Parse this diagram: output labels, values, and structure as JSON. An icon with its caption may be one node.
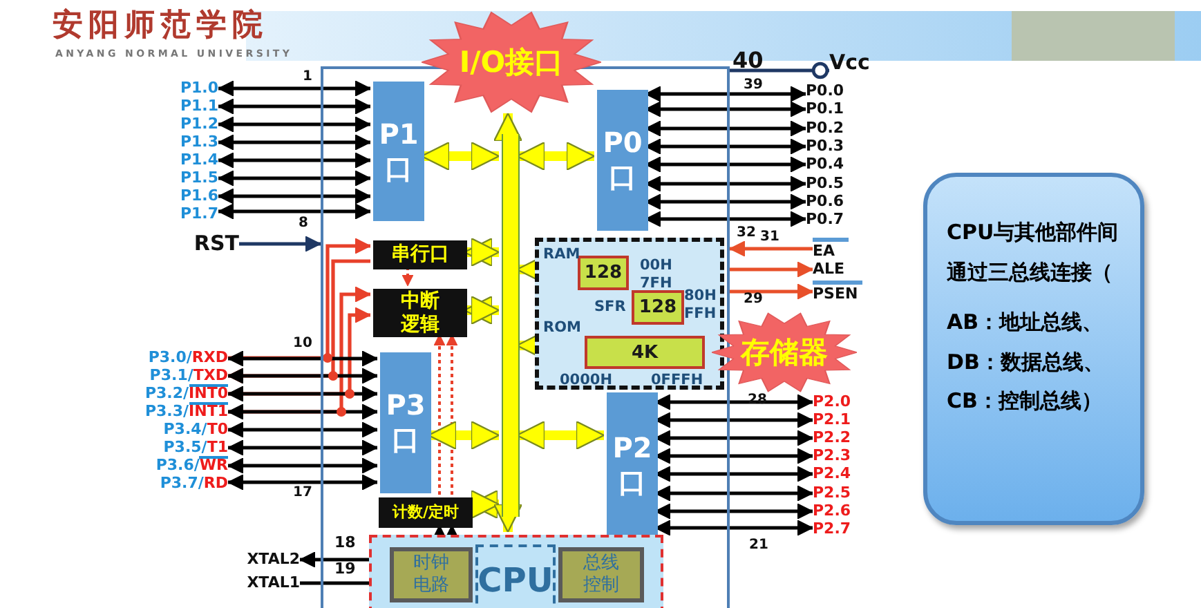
{
  "diagram": {
    "nodes": [
      {
        "text": [],
        "shape": "box"
      },
      {
        "text": [
          "I/O接口"
        ]
      },
      {
        "text": [
          "P1 口"
        ],
        "in": 0
      },
      {
        "text": [
          "P0 口"
        ],
        "in": 0
      },
      {
        "text": [
          "串行口"
        ],
        "in": 0
      },
      {
        "text": [
          "中断逻辑"
        ],
        "in": 0
      },
      {
        "text": [
          "P3 口"
        ],
        "in": 0
      },
      {
        "text": [
          "P2 口"
        ],
        "in": 0
      },
      {
        "text": [
          "计数/定时"
        ],
        "in": 0
      },
      {
        "text": [],
        "shape": "bar",
        "in": 0
      },
      {
        "text": [],
        "shape": "box",
        "in": 0
      },
      {
        "text": [
          "128"
        ],
        "in": 10,
        "beside": [
          "RAM",
          "00H",
          "7FH"
        ]
      },
      {
        "text": [
          "128"
        ],
        "in": 10,
        "beside": [
          "SFR",
          "80H",
          "FFH"
        ]
      },
      {
        "text": [
          "4K"
        ],
        "in": 10,
        "beside": [
          "ROM",
          "0000H",
          "0FFFH"
        ]
      },
      {
        "text": [
          "存储器"
        ]
      },
      {
        "text": [],
        "shape": "box",
        "in": 0
      },
      {
        "text": [
          "时钟电路"
        ],
        "in": 15
      },
      {
        "text": [
          "CPU"
        ],
        "in": 15
      },
      {
        "text": [
          "总线控制"
        ],
        "in": 15
      },
      {
        "text": [
          "CPU与其他部件间通过三总线连接（",
          "AB：地址总线、",
          "DB：数据总线、",
          "CB：控制总线）"
        ]
      },
      {
        "text": [
          "P1.0"
        ]
      },
      {
        "text": [
          "P1.1"
        ]
      },
      {
        "text": [
          "P1.2"
        ]
      },
      {
        "text": [
          "P1.3"
        ]
      },
      {
        "text": [
          "P1.4"
        ]
      },
      {
        "text": [
          "P1.5"
        ]
      },
      {
        "text": [
          "P1.6"
        ]
      },
      {
        "text": [
          "P1.7"
        ]
      },
      {
        "text": [
          "RST"
        ]
      },
      {
        "text": [
          "P0.0"
        ]
      },
      {
        "text": [
          "P0.1"
        ]
      },
      {
        "text": [
          "P0.2"
        ]
      },
      {
        "text": [
          "P0.3"
        ]
      },
      {
        "text": [
          "P0.4"
        ]
      },
      {
        "text": [
          "P0.5"
        ]
      },
      {
        "text": [
          "P0.6"
        ]
      },
      {
        "text": [
          "P0.7"
        ]
      },
      {
        "text": [
          "Vcc"
        ]
      },
      {
        "text": [
          "EA"
        ]
      },
      {
        "text": [
          "ALE"
        ]
      },
      {
        "text": [
          "PSEN"
        ]
      },
      {
        "text": [
          "P3.0/RXD"
        ]
      },
      {
        "text": [
          "P3.1/TXD"
        ]
      },
      {
        "text": [
          "P3.2/INT0"
        ]
      },
      {
        "text": [
          "P3.3/INT1"
        ]
      },
      {
        "text": [
          "P3.4/T0"
        ]
      },
      {
        "text": [
          "P3.5/T1"
        ]
      },
      {
        "text": [
          "P3.6/WR"
        ]
      },
      {
        "text": [
          "P3.7/RD"
        ]
      },
      {
        "text": [
          "P2.0"
        ]
      },
      {
        "text": [
          "P2.1"
        ]
      },
      {
        "text": [
          "P2.2"
        ]
      },
      {
        "text": [
          "P2.3"
        ]
      },
      {
        "text": [
          "P2.4"
        ]
      },
      {
        "text": [
          "P2.5"
        ]
      },
      {
        "text": [
          "P2.6"
        ]
      },
      {
        "text": [
          "P2.7"
        ]
      },
      {
        "text": [
          "XTAL2"
        ]
      },
      {
        "text": [
          "XTAL1"
        ]
      }
    ],
    "edges": [
      {
        "from": 20,
        "to": 2,
        "arrow": "both"
      },
      {
        "from": 21,
        "to": 2,
        "arrow": "both"
      },
      {
        "from": 22,
        "to": 2,
        "arrow": "both"
      },
      {
        "from": 23,
        "to": 2,
        "arrow": "both"
      },
      {
        "from": 24,
        "to": 2,
        "arrow": "both"
      },
      {
        "from": 25,
        "to": 2,
        "arrow": "both"
      },
      {
        "from": 26,
        "to": 2,
        "arrow": "both"
      },
      {
        "from": 27,
        "to": 2,
        "arrow": "both"
      },
      {
        "from": 28,
        "to": 0,
        "arrow": "to",
        "color": "#1f3864"
      },
      {
        "from": 29,
        "to": 3,
        "arrow": "both"
      },
      {
        "from": 30,
        "to": 3,
        "arrow": "both"
      },
      {
        "from": 31,
        "to": 3,
        "arrow": "both"
      },
      {
        "from": 32,
        "to": 3,
        "arrow": "both"
      },
      {
        "from": 33,
        "to": 3,
        "arrow": "both"
      },
      {
        "from": 34,
        "to": 3,
        "arrow": "both"
      },
      {
        "from": 35,
        "to": 3,
        "arrow": "both"
      },
      {
        "from": 36,
        "to": 3,
        "arrow": "both"
      },
      {
        "from": 0,
        "to": 37,
        "arrow": "other",
        "color": "#1f3864"
      },
      {
        "from": 38,
        "to": 0,
        "arrow": "to",
        "color": "#e8502a"
      },
      {
        "from": 0,
        "to": 39,
        "arrow": "to",
        "color": "#e8502a"
      },
      {
        "from": 0,
        "to": 40,
        "arrow": "to",
        "color": "#e8502a"
      },
      {
        "from": 41,
        "to": 6,
        "arrow": "both"
      },
      {
        "from": 42,
        "to": 6,
        "arrow": "both"
      },
      {
        "from": 43,
        "to": 6,
        "arrow": "both"
      },
      {
        "from": 44,
        "to": 6,
        "arrow": "both"
      },
      {
        "from": 45,
        "to": 6,
        "arrow": "both"
      },
      {
        "from": 46,
        "to": 6,
        "arrow": "both"
      },
      {
        "from": 47,
        "to": 6,
        "arrow": "both"
      },
      {
        "from": 48,
        "to": 6,
        "arrow": "both"
      },
      {
        "from": 49,
        "to": 7,
        "arrow": "both"
      },
      {
        "from": 50,
        "to": 7,
        "arrow": "both"
      },
      {
        "from": 51,
        "to": 7,
        "arrow": "both"
      },
      {
        "from": 52,
        "to": 7,
        "arrow": "both"
      },
      {
        "from": 53,
        "to": 7,
        "arrow": "both"
      },
      {
        "from": 54,
        "to": 7,
        "arrow": "both"
      },
      {
        "from": 55,
        "to": 7,
        "arrow": "both"
      },
      {
        "from": 56,
        "to": 7,
        "arrow": "both"
      },
      {
        "from": 16,
        "to": 57,
        "arrow": "to"
      },
      {
        "from": 58,
        "to": 16,
        "arrow": "to"
      },
      {
        "from": 41,
        "to": 4,
        "arrow": "to",
        "color": "#e8402a"
      },
      {
        "from": 4,
        "to": 42,
        "arrow": "to",
        "color": "#e8402a"
      },
      {
        "from": 43,
        "to": 5,
        "arrow": "to",
        "color": "#e8402a"
      },
      {
        "from": 44,
        "to": 5,
        "arrow": "to",
        "color": "#e8402a"
      },
      {
        "from": 4,
        "to": 5,
        "arrow": "to",
        "style": "dashed",
        "color": "#e8402a"
      },
      {
        "from": 8,
        "to": 5,
        "arrow": "to",
        "style": "dashed",
        "color": "#e8402a"
      },
      {
        "from": 8,
        "to": 5,
        "arrow": "to",
        "style": "dashed",
        "color": "#e8402a"
      },
      {
        "from": 16,
        "to": 8,
        "arrow": "to",
        "style": "dashed"
      },
      {
        "from": 16,
        "to": 8,
        "arrow": "to",
        "style": "dashed"
      },
      {
        "from": 2,
        "to": 9,
        "arrow": "both",
        "style": "thick",
        "color": "#ffff00"
      },
      {
        "from": 9,
        "to": 3,
        "arrow": "both",
        "style": "thick",
        "color": "#ffff00"
      },
      {
        "from": 4,
        "to": 9,
        "arrow": "both",
        "style": "thick",
        "color": "#ffff00"
      },
      {
        "from": 5,
        "to": 9,
        "arrow": "both",
        "style": "thick",
        "color": "#ffff00"
      },
      {
        "from": 6,
        "to": 9,
        "arrow": "both",
        "style": "thick",
        "color": "#ffff00"
      },
      {
        "from": 9,
        "to": 7,
        "arrow": "both",
        "style": "thick",
        "color": "#ffff00"
      },
      {
        "from": 8,
        "to": 9,
        "arrow": "both",
        "style": "thick",
        "color": "#ffff00"
      },
      {
        "from": 9,
        "to": 11,
        "arrow": "both",
        "style": "thick",
        "color": "#ffff00"
      },
      {
        "from": 13,
        "to": 9,
        "arrow": "to",
        "style": "thick",
        "color": "#ffff00"
      },
      {
        "from": 9,
        "to": 1,
        "arrow": "to",
        "style": "thick",
        "color": "#ffff00"
      },
      {
        "from": 9,
        "to": 15,
        "arrow": "to",
        "style": "thick",
        "color": "#ffff00"
      }
    ],
    "labels": [
      "安阳师范学院",
      "ANYANG NORMAL UNIVERSITY",
      "1",
      "40",
      "39",
      "8",
      "32",
      "31",
      "29",
      "10",
      "17",
      "28",
      "18",
      "19",
      "21"
    ]
  }
}
